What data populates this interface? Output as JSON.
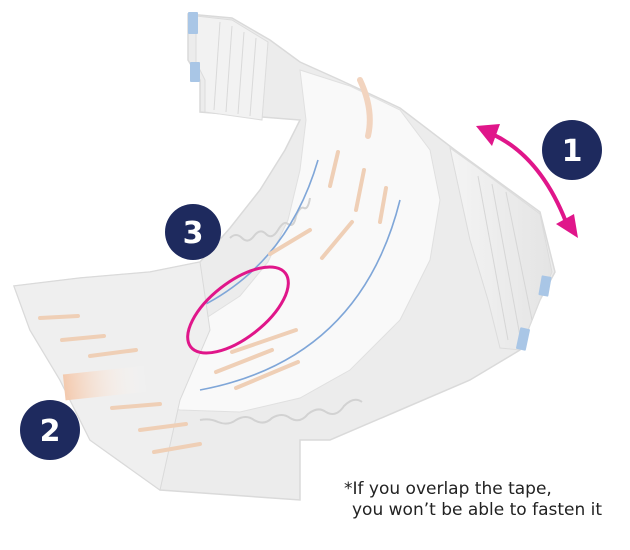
{
  "colors": {
    "badge": "#1e2a5e",
    "arrow": "#e0168a",
    "highlight": "#e0168a",
    "diaper_body": "#ececec",
    "diaper_inner": "#f8f8f8",
    "tape": "#a9c6e6",
    "glue": "#f0d2bd",
    "blue_line": "#7fa6d8"
  },
  "badges": [
    {
      "label": "1"
    },
    {
      "label": "2"
    },
    {
      "label": "3"
    }
  ],
  "note": {
    "line1": "*If you overlap the tape,",
    "line2": "you won’t be able to fasten it"
  },
  "icons": {
    "arrow": "double-headed-curved-arrow-icon",
    "highlight": "ellipse-highlight-icon"
  }
}
